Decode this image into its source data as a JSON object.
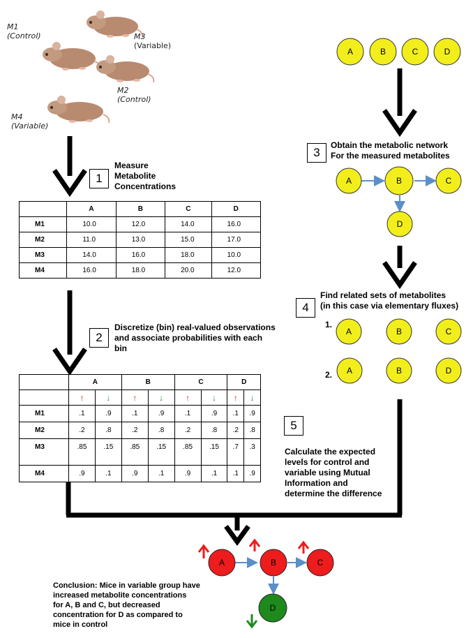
{
  "mice": [
    {
      "id": "M1",
      "group": "(Control)"
    },
    {
      "id": "M3",
      "group": "(Variable)"
    },
    {
      "id": "M2",
      "group": "(Control)"
    },
    {
      "id": "M4",
      "group": "(Variable)"
    }
  ],
  "steps": {
    "s1": {
      "num": "1",
      "text_lines": [
        "Measure",
        "Metabolite",
        "Concentrations"
      ]
    },
    "s2": {
      "num": "2",
      "text_lines": [
        "Discretize (bin) real-valued observations",
        "and associate probabilities with each",
        "bin"
      ]
    },
    "s3": {
      "num": "3",
      "text_lines": [
        "Obtain the metabolic network",
        "For the measured metabolites"
      ]
    },
    "s4": {
      "num": "4",
      "text_lines": [
        "Find related sets of metabolites",
        "(in this case via elementary fluxes)"
      ]
    },
    "s5": {
      "num": "5",
      "text_lines": [
        "Calculate the expected",
        "levels for control and",
        "variable using Mutual",
        "Information and",
        "determine the difference"
      ]
    }
  },
  "table1": {
    "columns": [
      "A",
      "B",
      "C",
      "D"
    ],
    "rows": [
      {
        "label": "M1",
        "values": [
          "10.0",
          "12.0",
          "14.0",
          "16.0"
        ]
      },
      {
        "label": "M2",
        "values": [
          "11.0",
          "13.0",
          "15.0",
          "17.0"
        ]
      },
      {
        "label": "M3",
        "values": [
          "14.0",
          "16.0",
          "18.0",
          "10.0"
        ]
      },
      {
        "label": "M4",
        "values": [
          "16.0",
          "18.0",
          "20.0",
          "12.0"
        ]
      }
    ]
  },
  "table2": {
    "columns": [
      "A",
      "B",
      "C",
      "D"
    ],
    "bin_up": "🡑",
    "bin_down": "🡓",
    "rows": [
      {
        "label": "M1",
        "values": [
          ".1",
          ".9",
          ".1",
          ".9",
          ".1",
          ".9",
          ".1",
          ".9"
        ]
      },
      {
        "label": "M2",
        "values": [
          ".2",
          ".8",
          ".2",
          ".8",
          ".2",
          ".8",
          ".2",
          ".8"
        ]
      },
      {
        "label": "M3",
        "values": [
          ".85",
          ".15",
          ".85",
          ".15",
          ".85",
          ".15",
          ".7",
          ".3"
        ]
      },
      {
        "label": "M4",
        "values": [
          ".9",
          ".1",
          ".9",
          ".1",
          ".9",
          ".1",
          ".1",
          ".9"
        ]
      }
    ]
  },
  "metabolites": [
    "A",
    "B",
    "C",
    "D"
  ],
  "sets": {
    "set1": {
      "label": "1.",
      "items": [
        "A",
        "B",
        "C"
      ]
    },
    "set2": {
      "label": "2.",
      "items": [
        "A",
        "B",
        "D"
      ]
    }
  },
  "conclusion_lines": [
    "Conclusion: Mice in variable group have",
    "increased metabolite concentrations",
    "for A, B and C, but decreased",
    "concentration for D as compared to",
    "mice in control"
  ],
  "colors": {
    "yellow": "#f2ee1c",
    "red": "#ee1c1c",
    "green": "#1e8a1e",
    "arrow_blue": "#5b8fc9"
  }
}
